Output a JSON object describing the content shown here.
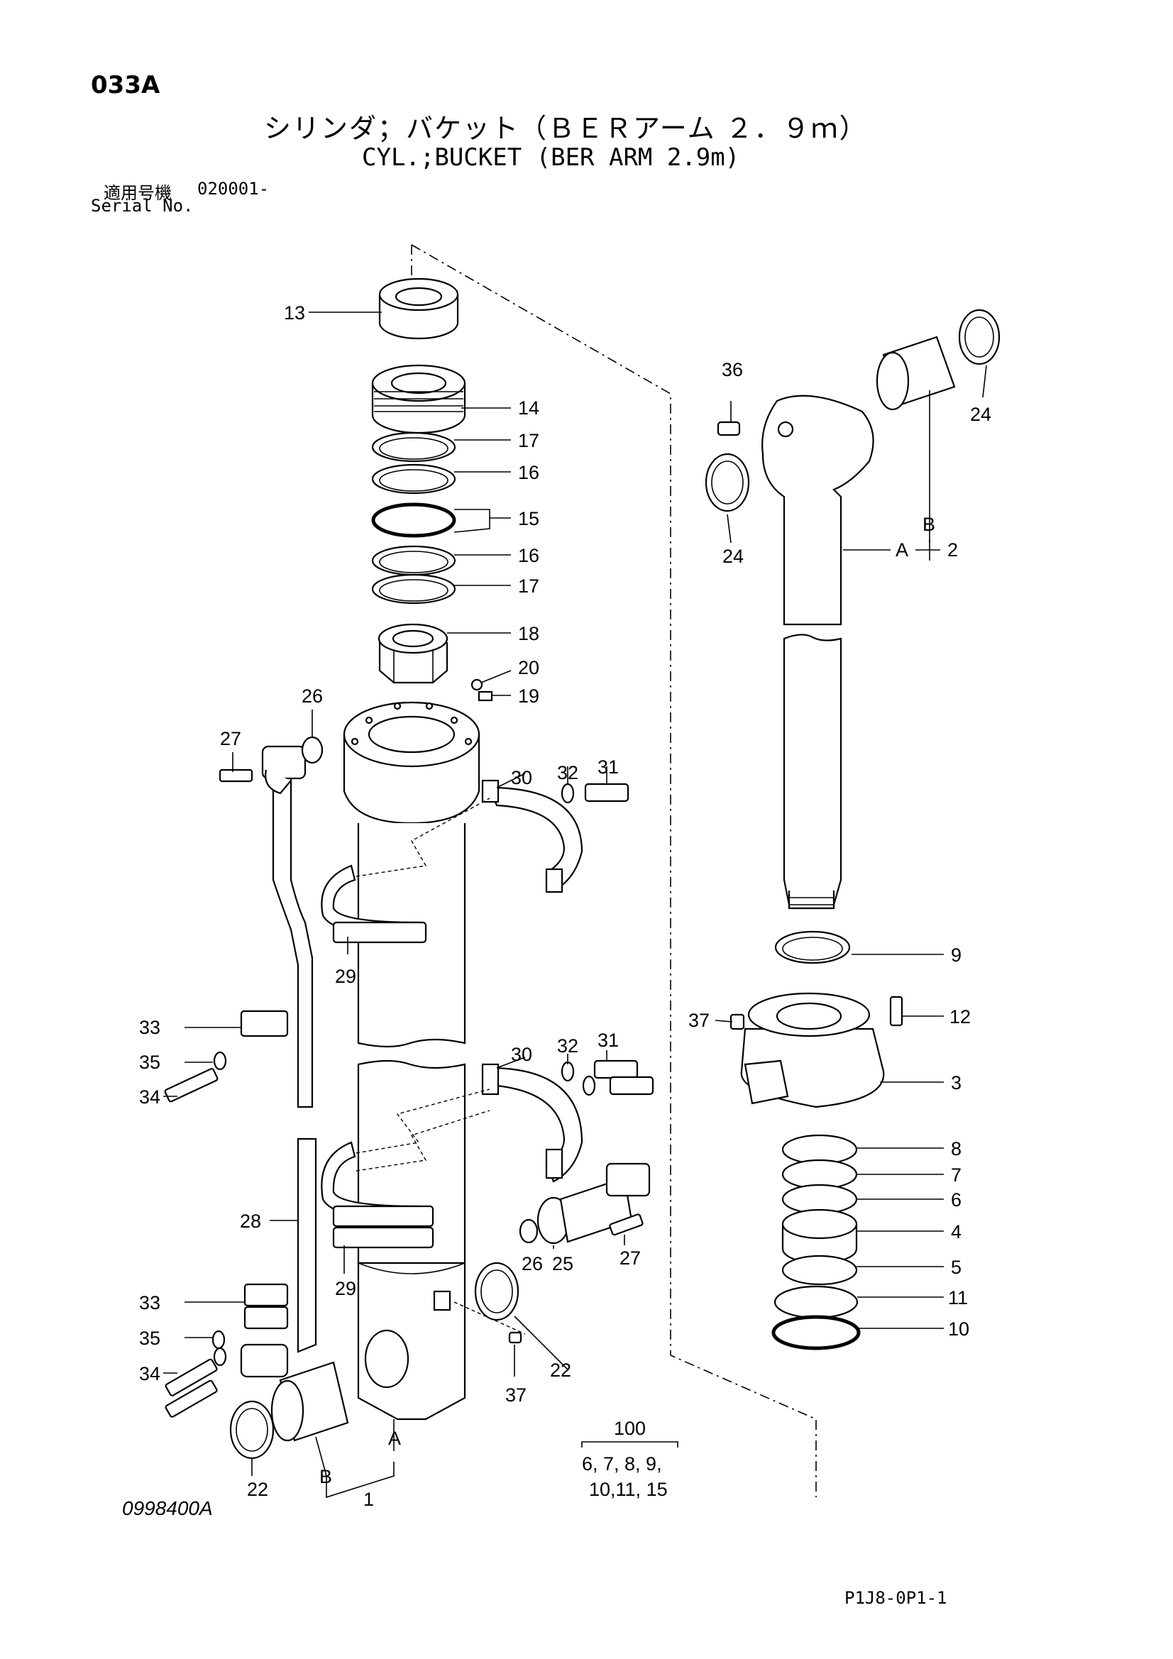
{
  "header": {
    "page_code": "033A",
    "title_jp": "シリンダ；バケット（ＢＥＲアーム ２．９ｍ）",
    "title_en": "CYL.;BUCKET (BER ARM 2.9m)",
    "serial_label_jp": "適用号機",
    "serial_value": "020001-",
    "serial_label_en": "Serial No."
  },
  "footer": {
    "drawing_number": "0998400A",
    "sheet_code": "P1J8-0P1-1"
  },
  "callouts": {
    "c13": "13",
    "c14": "14",
    "c17a": "17",
    "c16a": "16",
    "c15": "15",
    "c16b": "16",
    "c17b": "17",
    "c18": "18",
    "c20": "20",
    "c19": "19",
    "c26a": "26",
    "c27a": "27",
    "c30a": "30",
    "c32a": "32",
    "c31a": "31",
    "c29a": "29",
    "c33a": "33",
    "c35a": "35",
    "c34a": "34",
    "c30b": "30",
    "c32b": "32",
    "c31b": "31",
    "c28": "28",
    "c29b": "29",
    "c26b": "26",
    "c25": "25",
    "c27b": "27",
    "c33b": "33",
    "c35b": "35",
    "c34b": "34",
    "c22a": "22",
    "c22b": "22",
    "c37a": "37",
    "c_a1": "A",
    "c_b1": "B",
    "c1": "1",
    "c36": "36",
    "c24a": "24",
    "c24b": "24",
    "c_b2": "B",
    "c_a2": "A",
    "c2": "2",
    "c9": "9",
    "c37b": "37",
    "c12": "12",
    "c3": "3",
    "c8": "8",
    "c7": "7",
    "c6": "6",
    "c4": "4",
    "c5": "5",
    "c11": "11",
    "c10": "10",
    "c100": "100",
    "kit_line1": "6, 7, 8, 9,",
    "kit_line2": "10,11, 15"
  }
}
